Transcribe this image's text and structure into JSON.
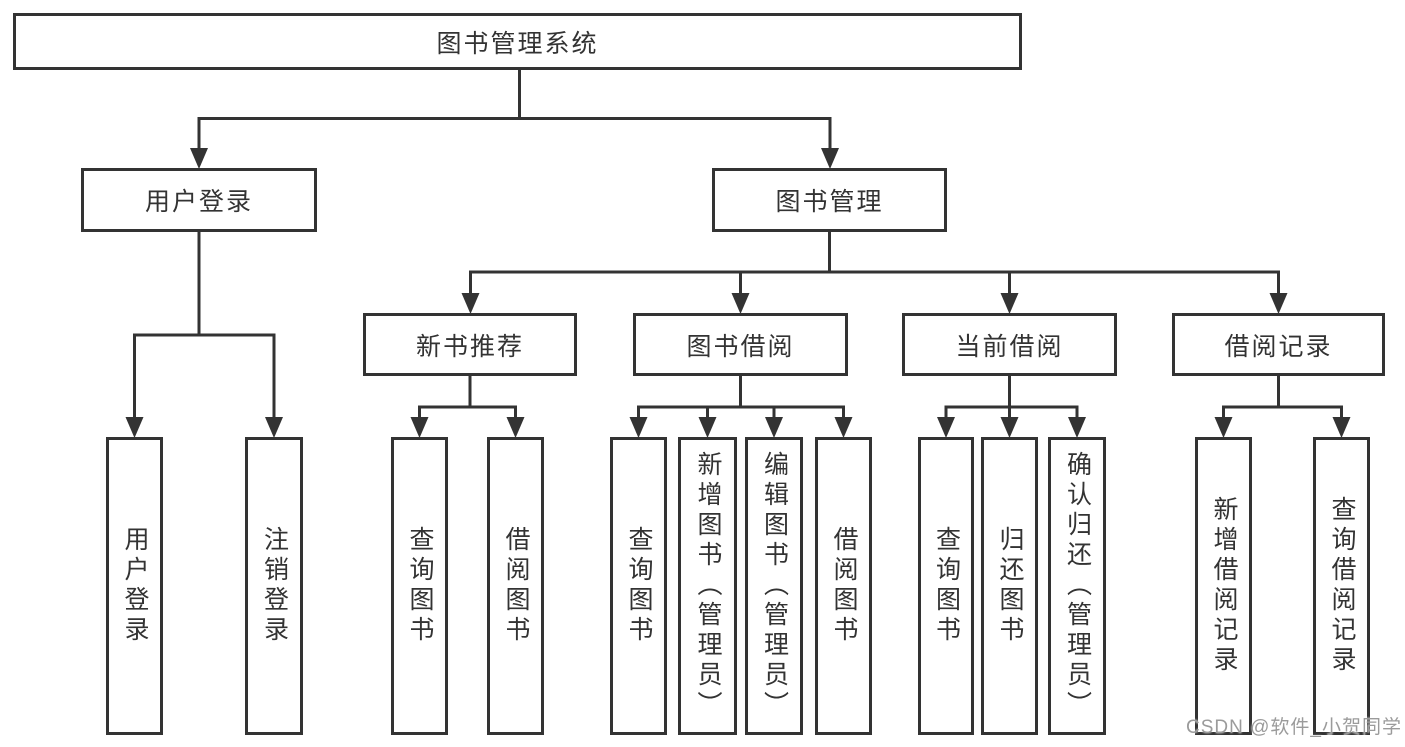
{
  "diagram": {
    "root": {
      "label": "图书管理系统"
    },
    "branches": [
      {
        "label": "用户登录",
        "leaves": [
          {
            "label": "用户登录"
          },
          {
            "label": "注销登录"
          }
        ]
      },
      {
        "label": "图书管理",
        "sections": [
          {
            "label": "新书推荐",
            "leaves": [
              {
                "label": "查询图书"
              },
              {
                "label": "借阅图书"
              }
            ]
          },
          {
            "label": "图书借阅",
            "leaves": [
              {
                "label": "查询图书"
              },
              {
                "label": "新增图书（管理员）"
              },
              {
                "label": "编辑图书（管理员）"
              },
              {
                "label": "借阅图书"
              }
            ]
          },
          {
            "label": "当前借阅",
            "leaves": [
              {
                "label": "查询图书"
              },
              {
                "label": "归还图书"
              },
              {
                "label": "确认归还（管理员）"
              }
            ]
          },
          {
            "label": "借阅记录",
            "leaves": [
              {
                "label": "新增借阅记录"
              },
              {
                "label": "查询借阅记录"
              }
            ]
          }
        ]
      }
    ]
  },
  "watermark": {
    "text": "CSDN @软件_小贺同学"
  },
  "colors": {
    "line": "#333333",
    "text": "#333333",
    "box_background": "#ffffff",
    "page_background": "#ffffff",
    "watermark": "#9b9b9b"
  }
}
